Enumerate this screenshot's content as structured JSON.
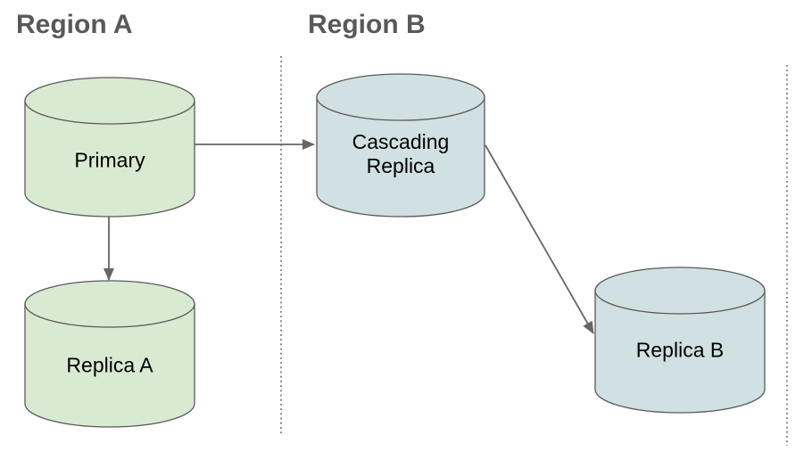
{
  "regions": [
    {
      "label": "Region A"
    },
    {
      "label": "Region B"
    }
  ],
  "nodes": [
    {
      "label": "Primary",
      "region": "Region A",
      "fill": "#d9ead3"
    },
    {
      "label": "Replica A",
      "region": "Region A",
      "fill": "#d9ead3"
    },
    {
      "label": "Cascading Replica",
      "region": "Region B",
      "fill": "#d0e0e3"
    },
    {
      "label": "Replica B",
      "region": "Region B",
      "fill": "#d0e0e3"
    }
  ],
  "edges": [
    {
      "from": "Primary",
      "to": "Cascading Replica"
    },
    {
      "from": "Primary",
      "to": "Replica A"
    },
    {
      "from": "Cascading Replica",
      "to": "Replica B"
    }
  ],
  "colors": {
    "green_fill": "#d9ead3",
    "blue_fill": "#d0e0e3",
    "shape_stroke": "#595959",
    "arrow": "#666666",
    "boundary_dots": "#777777",
    "heading_text": "#595959",
    "label_text": "#000000",
    "background": "#ffffff"
  }
}
